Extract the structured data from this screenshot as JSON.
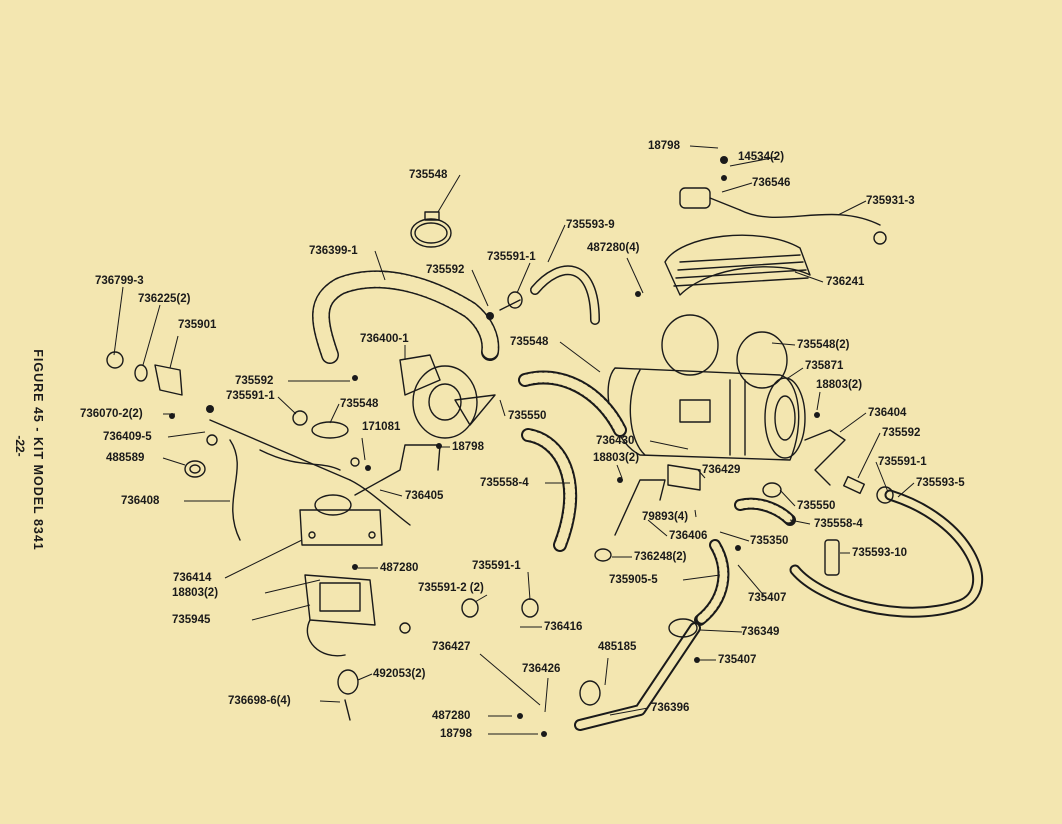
{
  "caption": "FIGURE 45 - KIT MODEL 8341",
  "page_number": "-22-",
  "part_labels": [
    "18798",
    "14534(2)",
    "736546",
    "735931-3",
    "735548",
    "735593-9",
    "487280(4)",
    "736241",
    "736399-1",
    "735592",
    "735591-1",
    "736799-3",
    "736225(2)",
    "735901",
    "735548",
    "736400-1",
    "735548(2)",
    "735871",
    "18803(2)",
    "735592",
    "735591-1",
    "736070-2(2)",
    "736409-5",
    "735548",
    "735550",
    "736404",
    "735592",
    "171081",
    "18798",
    "736430",
    "488589",
    "18803(2)",
    "736429",
    "735591-1",
    "735593-5",
    "736405",
    "735558-4",
    "735550",
    "736408",
    "79893(4)",
    "735558-4",
    "736406",
    "735350",
    "735593-10",
    "736248(2)",
    "736414",
    "487280",
    "18803(2)",
    "735591-1",
    "735905-5",
    "735407",
    "735591-2 (2)",
    "735945",
    "736416",
    "736349",
    "736427",
    "485185",
    "735407",
    "736426",
    "492053(2)",
    "736698-6(4)",
    "736396",
    "487280",
    "18798"
  ]
}
